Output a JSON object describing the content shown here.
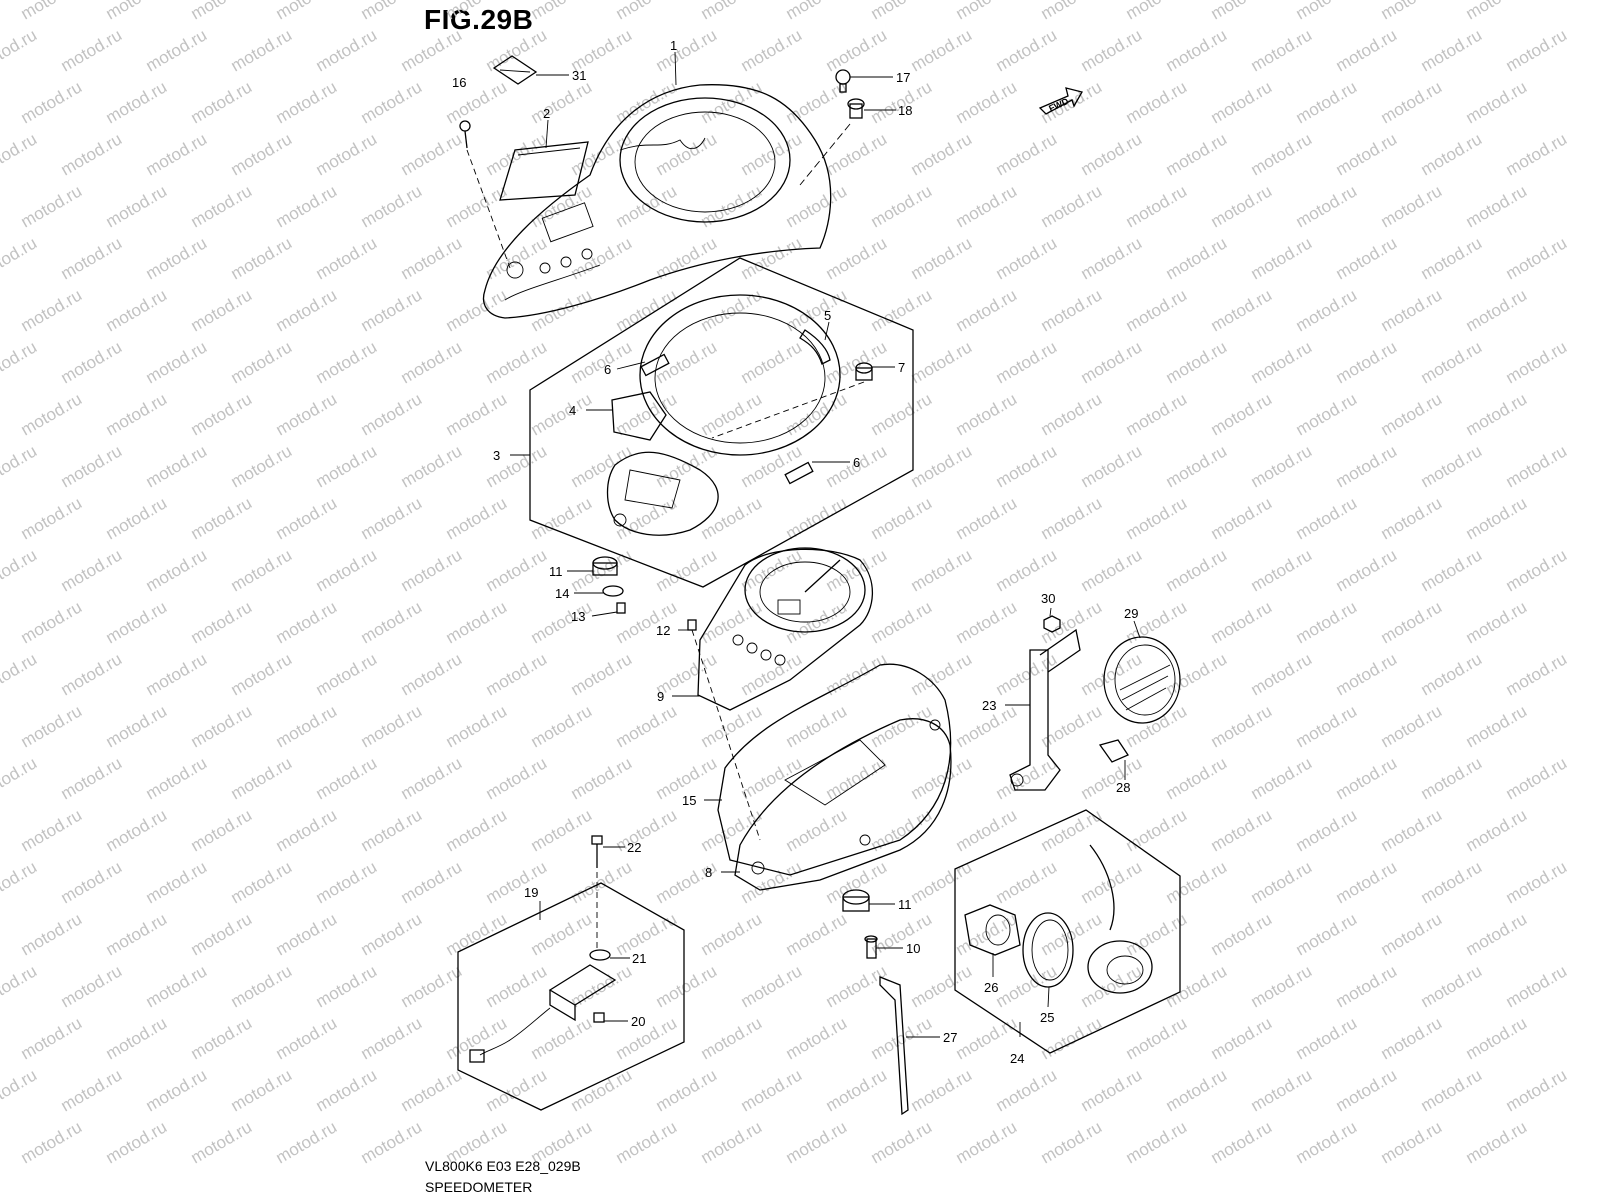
{
  "figure": {
    "title": "FIG.29B",
    "model_code": "VL800K6 E03 E28_029B",
    "section_name": "SPEEDOMETER",
    "fwd_label": "FWD",
    "watermark": "motod.ru"
  },
  "callouts": [
    "1",
    "2",
    "3",
    "4",
    "5",
    "6",
    "6",
    "7",
    "8",
    "9",
    "10",
    "11",
    "11",
    "12",
    "13",
    "14",
    "15",
    "16",
    "17",
    "18",
    "19",
    "20",
    "21",
    "22",
    "23",
    "24",
    "25",
    "26",
    "27",
    "28",
    "29",
    "30",
    "31"
  ],
  "colors": {
    "line": "#000000",
    "background": "#ffffff",
    "watermark": "#c2c2c2"
  }
}
